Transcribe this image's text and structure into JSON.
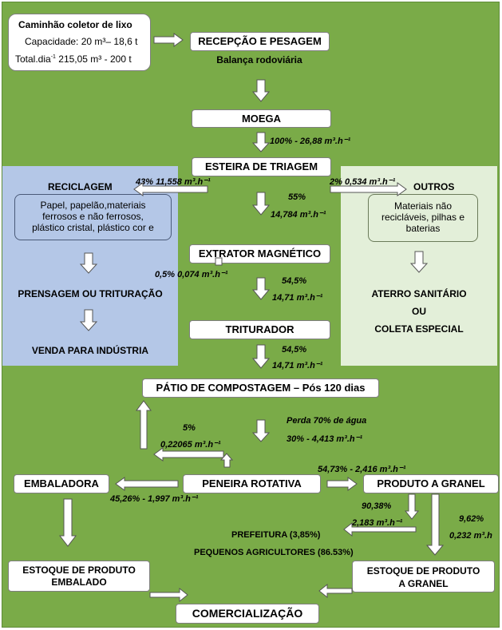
{
  "truck": {
    "title": "Caminhão coletor de lixo",
    "capacity": "Capacidade: 20 m³– 18,6 t",
    "total_prefix": "Total.dia",
    "total_exp": "-1",
    "total_value": " 215,05 m³ - 200 t"
  },
  "reception": {
    "title": "RECEPÇÃO E PESAGEM",
    "subtitle": "Balança rodoviária"
  },
  "moega": "MOEGA",
  "flow_moega": "100% - 26,88 m³.h⁻¹",
  "esteira": "ESTEIRA DE TRIAGEM",
  "recycling": {
    "flow": "43% 11,558 m³.h⁻¹",
    "title": "RECICLAGEM",
    "materials": [
      "Papel, papelão,materiais",
      "ferrosos e não ferrosos,",
      "plástico cristal, plástico cor e"
    ],
    "step1": "PRENSAGEM OU TRITURAÇÃO",
    "step2": "VENDA PARA INDÚSTRIA"
  },
  "others": {
    "flow": "2% 0,534 m³.h⁻¹",
    "title": "OUTROS",
    "materials": [
      "Materiais não",
      "recicláveis, pilhas e",
      "baterias"
    ],
    "dest1": "ATERRO SANITÁRIO",
    "dest2": "OU",
    "dest3": "COLETA ESPECIAL"
  },
  "flow_esteira": {
    "pct": "55%",
    "value": "14,784 m³.h⁻¹"
  },
  "extrator": "EXTRATOR MAGNÉTICO",
  "flow_extrator_out": "0,5% 0,074 m³.h⁻¹",
  "flow_extrator": {
    "pct": "54,5%",
    "value": "14,71 m³.h⁻¹"
  },
  "triturador": "TRITURADOR",
  "flow_triturador": {
    "pct": "54,5%",
    "value": "14,71 m³.h⁻¹"
  },
  "patio": "PÁTIO DE COMPOSTAGEM – Pós 120 dias",
  "flow_patio": {
    "loss": "Perda 70% de água",
    "value": "30% - 4,413 m³.h⁻¹"
  },
  "flow_return": {
    "pct": "5%",
    "value": "0,22065 m³.h⁻¹"
  },
  "peneira": "PENEIRA ROTATIVA",
  "flow_granel": "54,73% - 2,416 m³.h⁻¹",
  "granel": "PRODUTO A GRANEL",
  "embaladora": "EMBALADORA",
  "flow_embaladora": "45,26% - 1,997 m³.h⁻¹",
  "flow_pref": {
    "pct": "90,38%",
    "value": "2,183  m³.h⁻¹"
  },
  "flow_est_granel": {
    "pct": "9,62%",
    "value": "0,232 m³.h"
  },
  "prefeitura": "PREFEITURA (3,85%)",
  "agricultores": "PEQUENOS AGRICULTORES (86.53%)",
  "estoque_embalado": [
    "ESTOQUE DE PRODUTO",
    "EMBALADO"
  ],
  "estoque_granel": [
    "ESTOQUE DE PRODUTO",
    "A GRANEL"
  ],
  "comercializacao": "COMERCIALIZAÇÃO",
  "colors": {
    "green": "#7aab48",
    "blue_panel": "#b4c7e7",
    "light_panel": "#e3efd9"
  }
}
